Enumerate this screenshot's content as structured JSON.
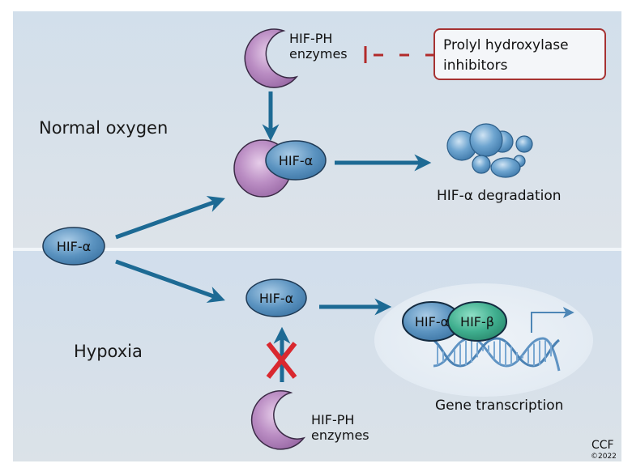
{
  "sections": {
    "normal": {
      "title": "Normal oxygen"
    },
    "hypoxia": {
      "title": "Hypoxia"
    }
  },
  "nodes": {
    "hif_alpha_start": "HIF-α",
    "hif_alpha_bound": "HIF-α",
    "hif_alpha_stable": "HIF-α",
    "complex_alpha": "HIF-α",
    "complex_beta": "HIF-β"
  },
  "enzymes": {
    "top": {
      "line1": "HIF-PH",
      "line2": "enzymes"
    },
    "bottom": {
      "line1": "HIF-PH",
      "line2": "enzymes"
    }
  },
  "inhibitor_box": {
    "line1": "Prolyl hydroxylase",
    "line2": "inhibitors"
  },
  "captions": {
    "degradation": "HIF-α degradation",
    "transcription": "Gene transcription"
  },
  "credit": {
    "org": "CCF",
    "year": "©2022"
  },
  "colors": {
    "arrow": "#1d6a94",
    "inhibit": "#b22a2a",
    "block_x": "#d9282f",
    "enzyme": "#b98bc2",
    "hif_alpha": "#5b93c0",
    "hif_beta": "#3fae8e",
    "panel_top": "#dbe3ea",
    "panel_bottom": "#d3dfec"
  }
}
